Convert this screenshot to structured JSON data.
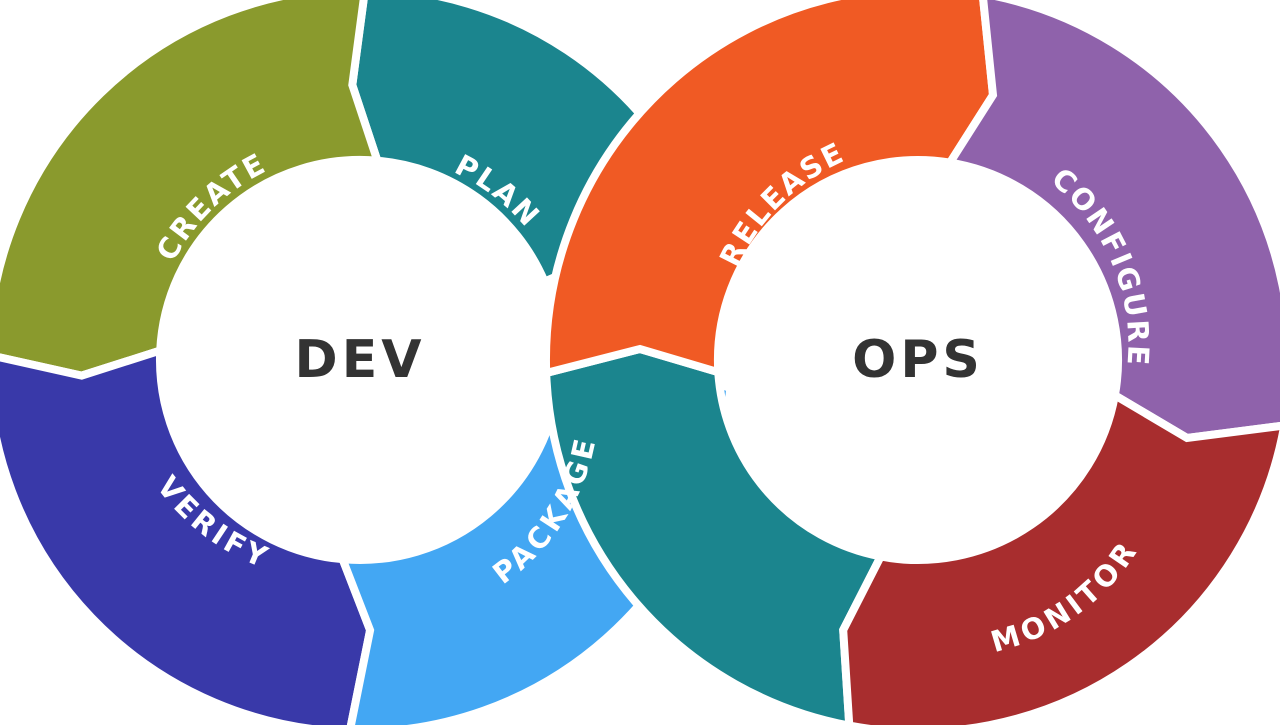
{
  "diagram": {
    "dev": {
      "label": "DEV",
      "segments": [
        {
          "id": "plan",
          "label": "PLAN",
          "color": "#1b858e"
        },
        {
          "id": "create",
          "label": "CREATE",
          "color": "#8a9a2d"
        },
        {
          "id": "verify",
          "label": "VERIFY",
          "color": "#3939a9"
        },
        {
          "id": "package",
          "label": "PACKAGE",
          "color": "#43a7f3"
        }
      ]
    },
    "ops": {
      "label": "OPS",
      "segments": [
        {
          "id": "release",
          "label": "RELEASE",
          "color": "#f05a24"
        },
        {
          "id": "configure",
          "label": "CONFIGURE",
          "color": "#8f62ab"
        },
        {
          "id": "monitor",
          "label": "MONITOR",
          "color": "#a82d2e"
        },
        {
          "id": "transition",
          "label": "",
          "color": "#1b858e"
        }
      ]
    },
    "center_text_color": "#333333"
  }
}
